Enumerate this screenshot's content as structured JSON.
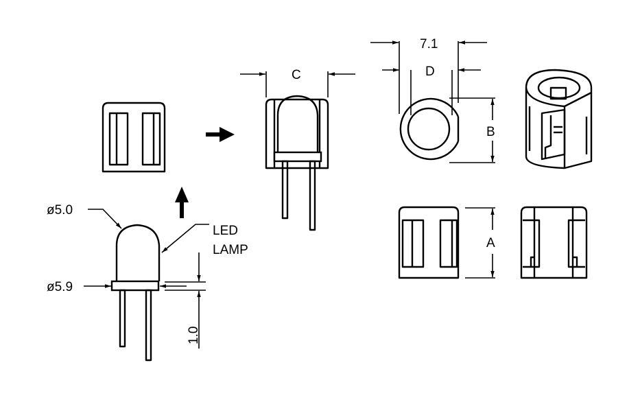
{
  "labels": {
    "dia_dome": "ø5.0",
    "dia_flange": "ø5.9",
    "led_line1": "LED",
    "led_line2": "LAMP",
    "flange_height": "1.0",
    "dim_c": "C",
    "dim_outer": "7.1",
    "dim_d": "D",
    "dim_b": "B",
    "dim_a": "A"
  },
  "colors": {
    "line": "#000000",
    "background": "#ffffff"
  }
}
